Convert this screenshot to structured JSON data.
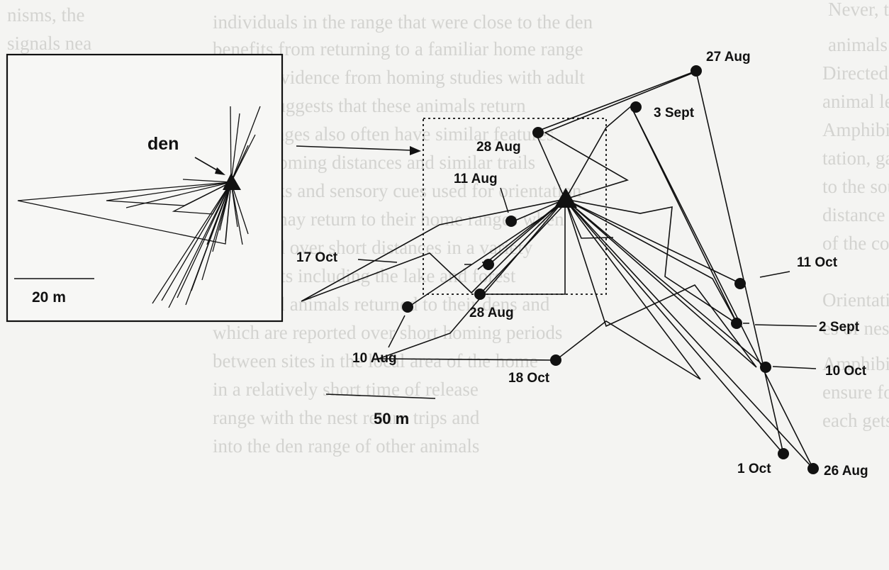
{
  "inset": {
    "den_label": "den",
    "scale_label": "20 m"
  },
  "main": {
    "scale_label": "50 m",
    "locations": [
      {
        "id": "loc-27-aug",
        "label": "27 Aug"
      },
      {
        "id": "loc-3-sept",
        "label": "3 Sept"
      },
      {
        "id": "loc-28-aug-top",
        "label": "28 Aug"
      },
      {
        "id": "loc-11-aug-left",
        "label": "11 Aug"
      },
      {
        "id": "loc-17-oct",
        "label": "17 Oct"
      },
      {
        "id": "loc-28-aug-bottom",
        "label": "28 Aug"
      },
      {
        "id": "loc-10-aug",
        "label": "10 Aug"
      },
      {
        "id": "loc-18-oct",
        "label": "18 Oct"
      },
      {
        "id": "loc-11-oct",
        "label": "11 Oct"
      },
      {
        "id": "loc-2-sept",
        "label": "2 Sept"
      },
      {
        "id": "loc-10-oct",
        "label": "10 Oct"
      },
      {
        "id": "loc-1-oct",
        "label": "1 Oct"
      },
      {
        "id": "loc-26-aug",
        "label": "26 Aug"
      }
    ]
  },
  "colors": {
    "ink": "#111111",
    "paper": "#f4f4f2",
    "bleed_through": "#b9b9b5"
  }
}
